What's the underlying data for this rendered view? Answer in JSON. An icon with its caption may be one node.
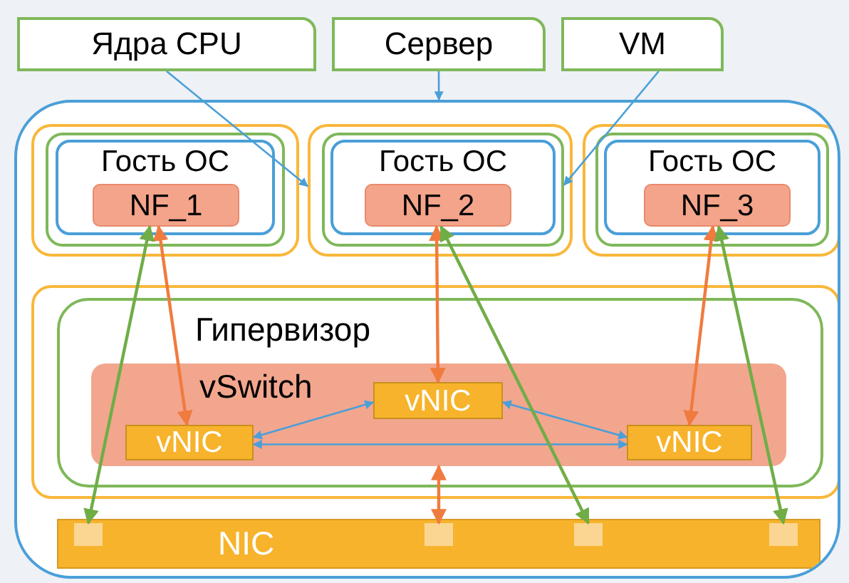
{
  "diagram": {
    "nodes": [
      {
        "text": [
          "Ядра CPU"
        ]
      },
      {
        "text": [
          "Сервер"
        ]
      },
      {
        "text": [
          "VM"
        ]
      },
      {
        "text": [],
        "shape": "box"
      },
      {
        "text": [],
        "shape": "box",
        "in": 3
      },
      {
        "text": [],
        "shape": "box",
        "in": 4
      },
      {
        "text": [
          "Гость ОС"
        ],
        "in": 5
      },
      {
        "text": [
          "NF_1"
        ],
        "in": 6
      },
      {
        "text": [],
        "shape": "box",
        "in": 3
      },
      {
        "text": [],
        "shape": "box",
        "in": 8
      },
      {
        "text": [
          "Гость ОС"
        ],
        "in": 9
      },
      {
        "text": [
          "NF_2"
        ],
        "in": 10
      },
      {
        "text": [],
        "shape": "box",
        "in": 3
      },
      {
        "text": [],
        "shape": "box",
        "in": 12
      },
      {
        "text": [
          "Гость ОС"
        ],
        "in": 13
      },
      {
        "text": [
          "NF_3"
        ],
        "in": 14
      },
      {
        "text": [],
        "shape": "box",
        "in": 3
      },
      {
        "text": [
          "Гипервизор"
        ],
        "in": 16
      },
      {
        "text": [
          "vSwitch"
        ],
        "in": 17
      },
      {
        "text": [
          "vNIC"
        ],
        "in": 18
      },
      {
        "text": [
          "vNIC"
        ],
        "in": 18
      },
      {
        "text": [
          "vNIC"
        ],
        "in": 18
      },
      {
        "text": [
          "NIC"
        ],
        "in": 3
      },
      {
        "text": [],
        "shape": "box",
        "in": 22
      },
      {
        "text": [],
        "shape": "box",
        "in": 22
      },
      {
        "text": [],
        "shape": "box",
        "in": 22
      },
      {
        "text": [],
        "shape": "box",
        "in": 22
      }
    ],
    "edges": [
      {
        "from": 0,
        "to": 8,
        "arrow": "to",
        "color": "#4a9fd8"
      },
      {
        "from": 1,
        "to": 3,
        "arrow": "to",
        "color": "#4a9fd8"
      },
      {
        "from": 2,
        "to": 9,
        "arrow": "to",
        "color": "#4a9fd8"
      },
      {
        "from": 7,
        "to": 20,
        "arrow": "both",
        "color": "#f07b3f"
      },
      {
        "from": 11,
        "to": 19,
        "arrow": "both",
        "color": "#f07b3f"
      },
      {
        "from": 15,
        "to": 21,
        "arrow": "both",
        "color": "#f07b3f"
      },
      {
        "from": 20,
        "to": 21,
        "arrow": "both",
        "color": "#4a9fd8"
      },
      {
        "from": 20,
        "to": 19,
        "arrow": "both",
        "color": "#4a9fd8"
      },
      {
        "from": 19,
        "to": 21,
        "arrow": "both",
        "color": "#4a9fd8"
      },
      {
        "from": 7,
        "to": 23,
        "arrow": "both",
        "color": "#70ad47"
      },
      {
        "from": 11,
        "to": 25,
        "arrow": "both",
        "color": "#70ad47"
      },
      {
        "from": 15,
        "to": 26,
        "arrow": "both",
        "color": "#70ad47"
      },
      {
        "from": 18,
        "to": 24,
        "arrow": "both",
        "color": "#f07b3f"
      }
    ]
  }
}
